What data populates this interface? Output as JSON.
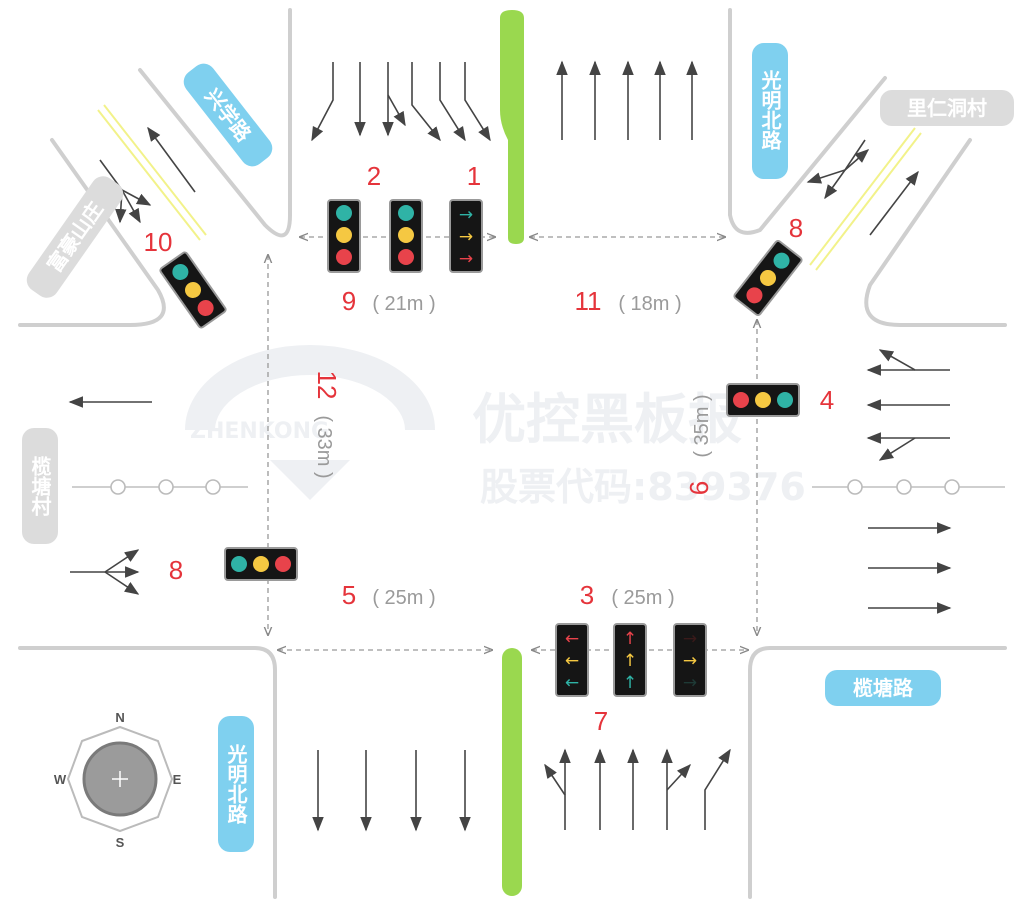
{
  "roads": {
    "north": "兴学路",
    "northwest": "富豪山庄",
    "northeast_road": "光明北路",
    "northeast_village": "里仁洞村",
    "west": "榄塘村",
    "south": "光明北路",
    "east": "榄塘路"
  },
  "signals": [
    {
      "id": "1"
    },
    {
      "id": "2"
    },
    {
      "id": "3"
    },
    {
      "id": "4"
    },
    {
      "id": "7"
    },
    {
      "id": "8"
    },
    {
      "id": "8"
    },
    {
      "id": "10"
    }
  ],
  "crossings": [
    {
      "id": "9",
      "distance": "( 21m )"
    },
    {
      "id": "11",
      "distance": "( 18m )"
    },
    {
      "id": "12",
      "distance": "( 33m )"
    },
    {
      "id": "6",
      "distance": "( 35m )"
    },
    {
      "id": "5",
      "distance": "( 25m )"
    },
    {
      "id": "3",
      "distance": "( 25m )"
    }
  ],
  "compass": {
    "n": "N",
    "s": "S",
    "e": "E",
    "w": "W"
  },
  "watermark": {
    "line1": "优控黑板报",
    "line2": "股票代码:839376",
    "brand": "ZHENKONG"
  },
  "colors": {
    "red": "#e8434b",
    "yellow": "#f5c842",
    "green": "#2fb3a6",
    "median": "#9ad84f",
    "label_blue": "#7fd0ef",
    "label_grey": "#dcdcdc"
  }
}
